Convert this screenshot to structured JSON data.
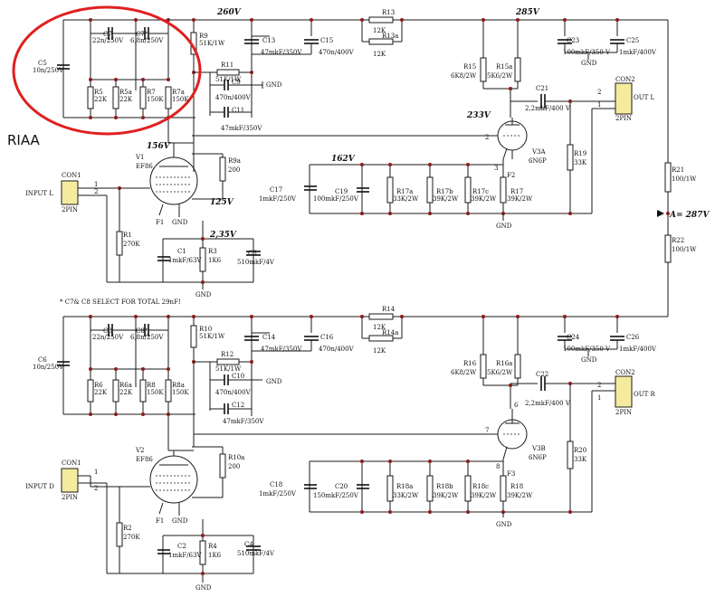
{
  "annotation": {
    "riaa_label": "RIAA",
    "note": "* C7& C8 SELECT FOR TOTAL 29nF!"
  },
  "voltages": {
    "v260": "260V",
    "v285": "285V",
    "v156": "156V",
    "v125": "125V",
    "v162": "162V",
    "v233": "233V",
    "v235": "2,35V",
    "v287": "A= 287V"
  },
  "ch1": {
    "c5": [
      "C5",
      "10n/250V"
    ],
    "c7": [
      "C7",
      "22n/250V"
    ],
    "c7s": [
      "C7*",
      "6,8n/250V"
    ],
    "r5": [
      "R5",
      "22K"
    ],
    "r5a": [
      "R5a",
      "22K"
    ],
    "r7": [
      "R7",
      "150K"
    ],
    "r7a": [
      "R7a",
      "150K"
    ],
    "r9": [
      "R9",
      "51K/1W"
    ],
    "r11": [
      "R11",
      "51K/1W"
    ],
    "c9": [
      "C9",
      "470n/400V"
    ],
    "c11": [
      "C11",
      "47mkF/350V"
    ],
    "c13": [
      "C13",
      "47mkF/350V"
    ],
    "c15": [
      "C15",
      "470n/400V"
    ],
    "r13": [
      "R13",
      "12K"
    ],
    "r13a": [
      "R13a",
      "12K"
    ],
    "r15": [
      "R15",
      "6K8/2W"
    ],
    "r15a": [
      "R15a",
      "5K6/2W"
    ],
    "c23": [
      "C23",
      "100mkF/350 V"
    ],
    "c25": [
      "C25",
      "1mkF/400V"
    ],
    "c21": [
      "C21",
      "2,2mkF/400 V"
    ],
    "r19": [
      "R19",
      "33K"
    ],
    "r9a": [
      "R9a",
      "200"
    ],
    "v1": [
      "V1",
      "EF86"
    ],
    "con1": [
      "CON1",
      "2PIN",
      "INPUT L"
    ],
    "con2": [
      "CON2",
      "2PIN",
      "OUT L"
    ],
    "r1": [
      "R1",
      "270K"
    ],
    "c1": [
      "C1",
      "1mkF/63V"
    ],
    "r3": [
      "R3",
      "1K6"
    ],
    "c3": [
      "C3",
      "510mkF/4V"
    ],
    "c17": [
      "C17",
      "1mkF/250V"
    ],
    "c19": [
      "C19",
      "100mkF/250V"
    ],
    "r17a": [
      "R17a",
      "33K/2W"
    ],
    "r17b": [
      "R17b",
      "39K/2W"
    ],
    "r17c": [
      "R17c",
      "39K/2W"
    ],
    "r17": [
      "R17",
      "39K/2W"
    ],
    "v3a": [
      "V3A",
      "6N6P"
    ],
    "f1": "F1",
    "f2": "F2"
  },
  "ch2": {
    "c6": [
      "C6",
      "10n/250V"
    ],
    "c8": [
      "C8",
      "22n/250V"
    ],
    "c8s": [
      "C8*",
      "6,8n/250V"
    ],
    "r6": [
      "R6",
      "22K"
    ],
    "r6a": [
      "R6a",
      "22K"
    ],
    "r8": [
      "R8",
      "150K"
    ],
    "r8a": [
      "R8a",
      "150K"
    ],
    "r10": [
      "R10",
      "51K/1W"
    ],
    "r12": [
      "R12",
      "51K/1W"
    ],
    "c10": [
      "C10",
      "470n/400V"
    ],
    "c12": [
      "C12",
      "47mkF/350V"
    ],
    "c14": [
      "C14",
      "47mkF/350V"
    ],
    "c16": [
      "C16",
      "470n/400V"
    ],
    "r14": [
      "R14",
      "12K"
    ],
    "r14a": [
      "R14a",
      "12K"
    ],
    "r16": [
      "R16",
      "6K8/2W"
    ],
    "r16a": [
      "R16a",
      "5K6/2W"
    ],
    "c24": [
      "C24",
      "100mkF/350 V"
    ],
    "c26": [
      "C26",
      "1mkF/400V"
    ],
    "c22": [
      "C22",
      "2,2mkF/400 V"
    ],
    "r20": [
      "R20",
      "33K"
    ],
    "r10a": [
      "R10a",
      "200"
    ],
    "v2": [
      "V2",
      "EF86"
    ],
    "con1": [
      "CON1",
      "2PIN",
      "INPUT D"
    ],
    "con2": [
      "CON2",
      "2PIN",
      "OUT R"
    ],
    "r2": [
      "R2",
      "270K"
    ],
    "c2": [
      "C2",
      "1mkF/63V"
    ],
    "r4": [
      "R4",
      "1K6"
    ],
    "c4": [
      "C4",
      "510mkF/4V"
    ],
    "c18": [
      "C18",
      "1mkF/250V"
    ],
    "c20": [
      "C20",
      "150mkF/250V"
    ],
    "r18a": [
      "R18a",
      "33K/2W"
    ],
    "r18b": [
      "R18b",
      "39K/2W"
    ],
    "r18c": [
      "R18c",
      "39K/2W"
    ],
    "r18": [
      "R18",
      "39K/2W"
    ],
    "v3b": [
      "V3B",
      "6N6P"
    ],
    "f1": "F1",
    "f3": "F3"
  },
  "supply": {
    "r21": [
      "R21",
      "100/1W"
    ],
    "r22": [
      "R22",
      "100/1W"
    ]
  },
  "gnd": "GND",
  "pins": {
    "p1": "1",
    "p2": "2",
    "p3": "3",
    "p6": "6",
    "p7": "7",
    "p8": "8"
  }
}
